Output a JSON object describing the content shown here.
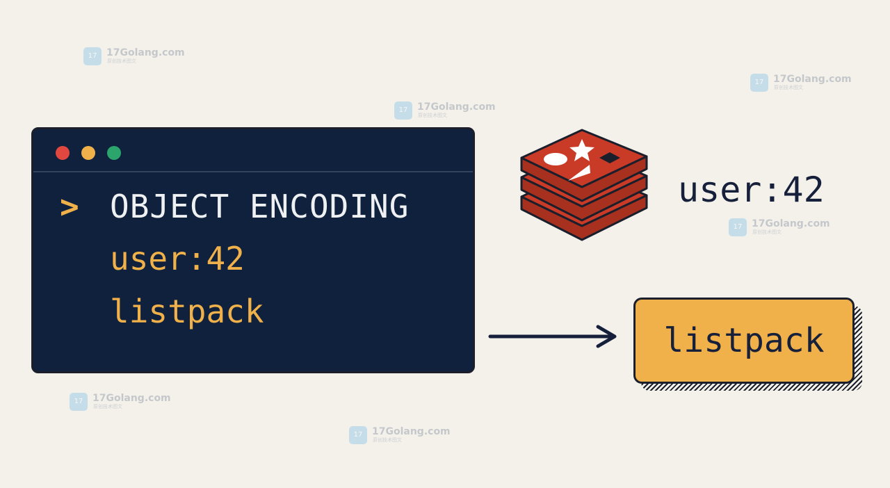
{
  "terminal": {
    "window_controls": {
      "red": "#e0483f",
      "yellow": "#f0b04a",
      "green": "#2ba56b"
    },
    "prompt": ">",
    "command": "OBJECT ENCODING",
    "argument": "user:42",
    "output": "listpack",
    "colors": {
      "background": "#0f213d",
      "command_text": "#eef0f2",
      "accent_text": "#f0b04a"
    }
  },
  "redis_logo": {
    "icon": "redis-stack-icon",
    "color": "#c93a27"
  },
  "key_label": "user:42",
  "arrow": {
    "icon": "right-arrow-icon"
  },
  "result_box": {
    "label": "listpack",
    "color": "#f0b04a"
  },
  "watermark": {
    "text": "17Golang.com",
    "subtext": "原创技术图文",
    "icon": "site-logo-icon"
  }
}
